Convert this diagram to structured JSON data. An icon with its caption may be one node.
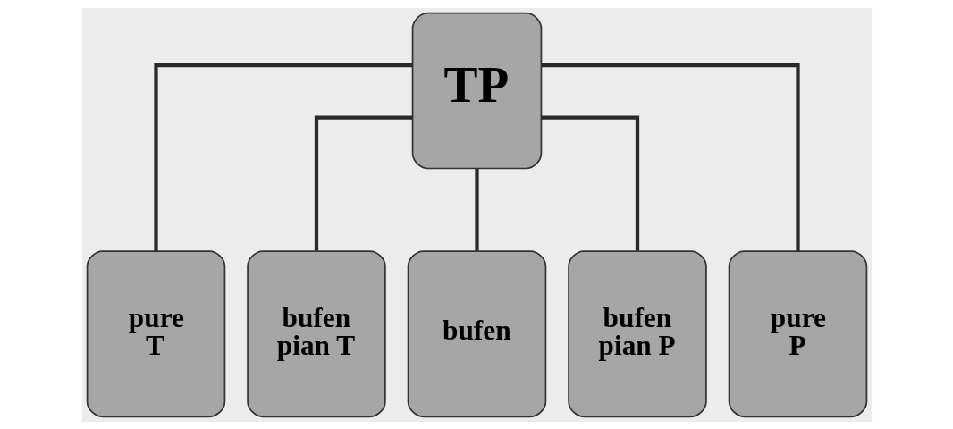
{
  "diagram": {
    "nodes": [
      {
        "text": [
          "TP"
        ]
      },
      {
        "text": [
          "pure T"
        ]
      },
      {
        "text": [
          "bufen pian T"
        ]
      },
      {
        "text": [
          "bufen"
        ]
      },
      {
        "text": [
          "bufen pian P"
        ]
      },
      {
        "text": [
          "pure P"
        ]
      }
    ],
    "edges": [
      {
        "from": 0,
        "to": 1,
        "arrow": "none"
      },
      {
        "from": 0,
        "to": 2,
        "arrow": "none"
      },
      {
        "from": 0,
        "to": 3,
        "arrow": "none"
      },
      {
        "from": 0,
        "to": 4,
        "arrow": "none"
      },
      {
        "from": 0,
        "to": 5,
        "arrow": "none"
      }
    ]
  }
}
